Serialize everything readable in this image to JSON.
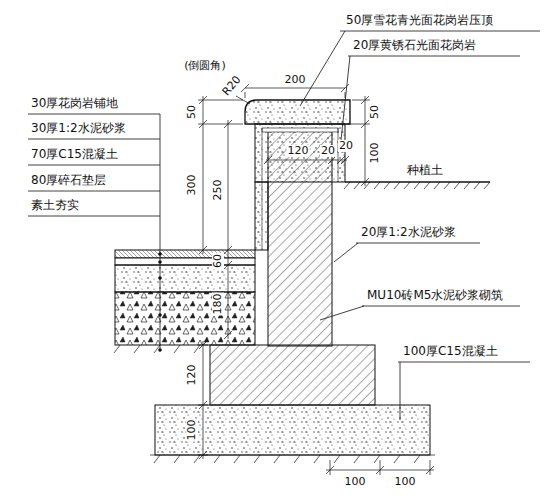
{
  "diagram": {
    "labels": [
      "50厚雪花青光面花岗岩压顶",
      "20厚黄锈石光面花岗岩",
      "(倒圆角)",
      "R20",
      "200",
      "30厚花岗岩铺地",
      "30厚1:2水泥砂浆",
      "70厚C15混凝土",
      "80厚碎石垫层",
      "素土夯实",
      "50",
      "300",
      "250",
      "120",
      "20",
      "20",
      "100",
      "50",
      "种植土",
      "20厚1:2水泥砂浆",
      "60",
      "180",
      "MU10砖M5水泥砂浆砌筑",
      "100厚C15混凝土",
      "120",
      "100",
      "100",
      "100"
    ]
  }
}
